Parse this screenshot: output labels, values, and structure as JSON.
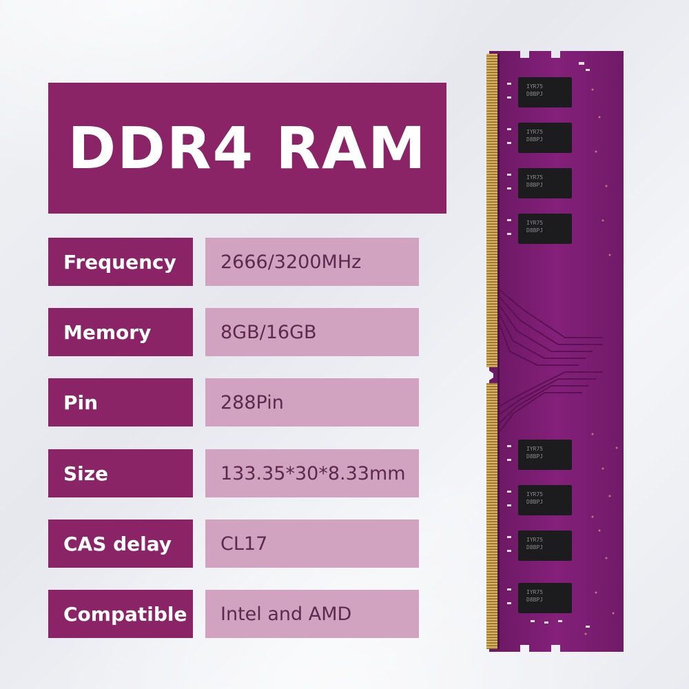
{
  "title": "DDR4 RAM",
  "colors": {
    "primary": "#8a2466",
    "value_bg": "#d2a2c1",
    "pcb": "#7c1d72"
  },
  "specs": [
    {
      "label": "Frequency",
      "value": "2666/3200MHz"
    },
    {
      "label": "Memory",
      "value": "8GB/16GB"
    },
    {
      "label": "Pin",
      "value": "288Pin"
    },
    {
      "label": "Size",
      "value": "133.35*30*8.33mm"
    },
    {
      "label": "CAS delay",
      "value": "CL17"
    },
    {
      "label": "Compatible",
      "value": "Intel and AMD"
    }
  ],
  "module": {
    "chip_text_1": "IYR75",
    "chip_text_2": "D8BPJ"
  }
}
